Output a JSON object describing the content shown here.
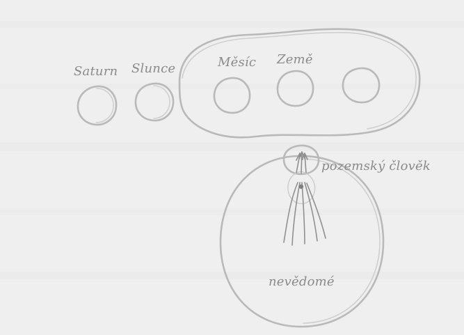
{
  "diagram": {
    "bodies": {
      "saturn": "Saturn",
      "sun": "Slunce",
      "moon": "Měsíc",
      "earth": "Země"
    },
    "human": {
      "label": "pozemský člověk",
      "unconscious_label": "nevědomé"
    },
    "colors": {
      "paper": "#efefef",
      "stroke": "#b9b9b9",
      "text": "#8a8a8a"
    }
  }
}
